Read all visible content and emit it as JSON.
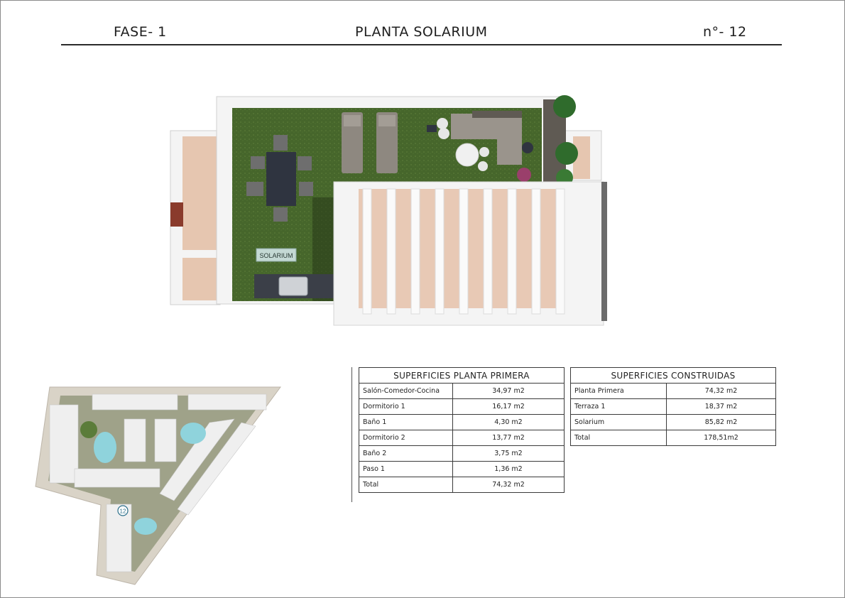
{
  "header": {
    "phase": "FASE- 1",
    "title": "PLANTA SOLARIUM",
    "unit": "n°- 12"
  },
  "plan": {
    "zone_label": "SOLARIUM"
  },
  "siteplan": {
    "unit_marker": "12"
  },
  "table_primera": {
    "title": "SUPERFICIES PLANTA PRIMERA",
    "rows": [
      {
        "label": "Salón-Comedor-Cocina",
        "value": "34,97 m2"
      },
      {
        "label": "Dormitorio 1",
        "value": "16,17 m2"
      },
      {
        "label": "Baño 1",
        "value": "4,30 m2"
      },
      {
        "label": "Dormitorio 2",
        "value": "13,77 m2"
      },
      {
        "label": "Baño 2",
        "value": "3,75 m2"
      },
      {
        "label": "Paso 1",
        "value": "1,36 m2"
      },
      {
        "label": "Total",
        "value": "74,32 m2"
      }
    ]
  },
  "table_construidas": {
    "title": "SUPERFICIES CONSTRUIDAS",
    "rows": [
      {
        "label": "Planta Primera",
        "value": "74,32 m2"
      },
      {
        "label": "Terraza 1",
        "value": "18,37 m2"
      },
      {
        "label": "Solarium",
        "value": "85,82 m2"
      },
      {
        "label": "Total",
        "value": "178,51m2"
      }
    ]
  },
  "colors": {
    "grass": "#4a6b2e",
    "wall": "#f2f2f2",
    "deck": "#e8c9b5",
    "pool": "#8fd3dc",
    "furniture": "#8d8680"
  }
}
